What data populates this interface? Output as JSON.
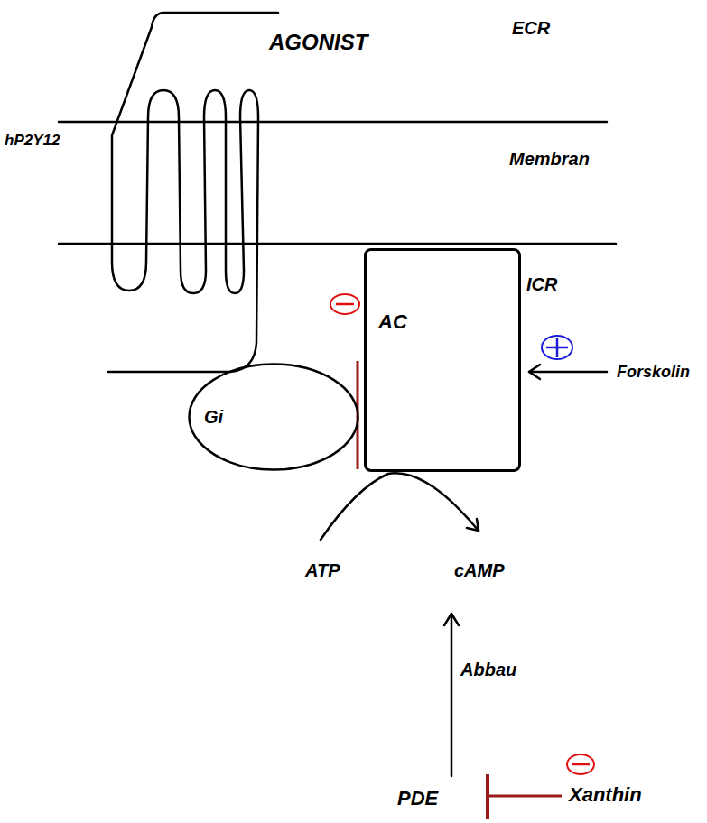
{
  "diagram": {
    "nodes": [
      {
        "text": [
          "AC"
        ]
      },
      {
        "text": [
          "Gi"
        ]
      }
    ],
    "labels": [
      "AGONIST",
      "ECR",
      "hP2Y12",
      "Membran",
      "ICR",
      "Forskolin",
      "ATP",
      "cAMP",
      "Abbau",
      "PDE",
      "Xanthin"
    ]
  }
}
